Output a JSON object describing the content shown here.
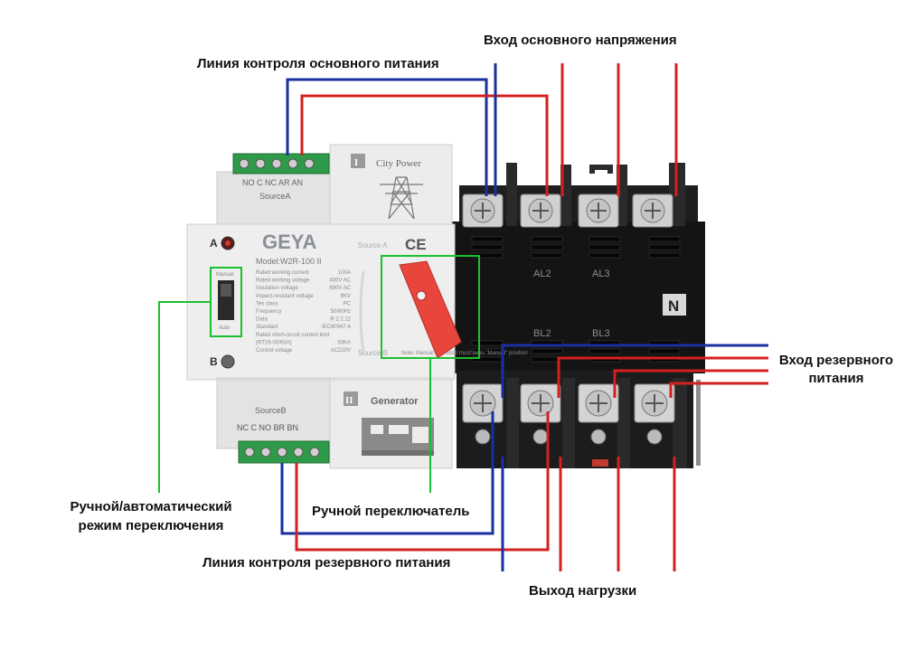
{
  "labels": {
    "main_input": "Вход основного напряжения",
    "main_control": "Линия контроля основного питания",
    "backup_input_1": "Вход резервного",
    "backup_input_2": "питания",
    "mode_1": "Ручной/автоматический",
    "mode_2": "режим переключения",
    "manual_switch": "Ручной переключатель",
    "backup_control": "Линия контроля резервного питания",
    "load_output": "Выход нагрузки"
  },
  "device": {
    "brand": "GEYA",
    "model": "Model:W2R-100 II",
    "source_a_title": "SourceA",
    "source_a_terminals": "NO C NC AR AN",
    "source_b_title": "SourceB",
    "source_b_terminals": "NC C NO BR BN",
    "city_power": "City Power",
    "generator": "Generator",
    "roman_1": "I",
    "roman_2": "II",
    "led_a": "A",
    "led_b": "B",
    "mode_manual": "Manual",
    "mode_auto": "Auto",
    "source_a_tag": "Source A",
    "source_b_tag": "Source B",
    "ce": "CE",
    "note": "Note: Manual operation must be in \"Manual\" position",
    "phase_al2": "AL2",
    "phase_al3": "AL3",
    "phase_bl2": "BL2",
    "phase_bl3": "BL3",
    "neutral": "N",
    "specs": [
      [
        "Rated working current",
        "100A"
      ],
      [
        "Rated working voltage",
        "400V AC"
      ],
      [
        "Insulation voltage",
        "690V AC"
      ],
      [
        "Impact-resistant voltage",
        "8KV"
      ],
      [
        "Tes class",
        "PC"
      ],
      [
        "Frequency",
        "50/60Hz"
      ],
      [
        "Data",
        "R 2.2.12"
      ],
      [
        "Standard",
        "IEC60947-6"
      ],
      [
        "Rated short-circuit current limit",
        ""
      ],
      [
        "(RT16-00/63A)",
        "50KA"
      ],
      [
        "Control voltage",
        "AC220V"
      ]
    ]
  },
  "colors": {
    "red_wire": "#d42020",
    "blue_wire": "#1a2fa0",
    "green_outline": "#19c12e",
    "brand_gray": "#8a8f98",
    "switch_red": "#e8453c"
  }
}
